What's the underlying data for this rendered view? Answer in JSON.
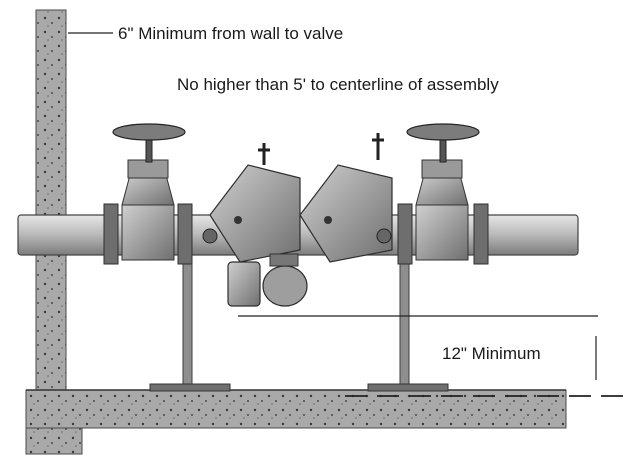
{
  "annotations": {
    "wall_to_valve": "6\" Minimum from wall to valve",
    "max_height": "No higher than 5' to centerline of assembly",
    "floor_clearance": "12\" Minimum"
  },
  "colors": {
    "concrete": "#a7a7a7",
    "concrete_dark": "#5a5a5a",
    "pipe": "#b9b9b9",
    "metal": "#8e8e8e",
    "metal_dark": "#3d3d3d",
    "line": "#222222"
  }
}
